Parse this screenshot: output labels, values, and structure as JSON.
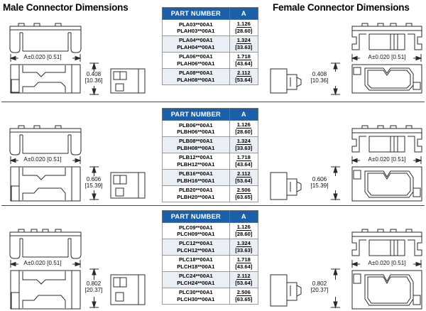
{
  "headings": {
    "male": "Male Connector Dimensions",
    "female": "Female Connector Dimensions"
  },
  "common": {
    "width_label": "A±0.020 [0.51]",
    "column_part_number": "PART NUMBER",
    "column_a": "A"
  },
  "sections": [
    {
      "id": "A",
      "height_in": "0.408",
      "height_mm": "[10.36]",
      "table": {
        "headers": [
          "PART NUMBER",
          "A"
        ],
        "rows": [
          {
            "part_1": "PLA03**00A1",
            "part_2": "PLAH03**00A1",
            "a_in": "1.126",
            "a_mm": "[28.60]"
          },
          {
            "part_1": "PLA04**00A1",
            "part_2": "PLAH04**00A1",
            "a_in": "1.324",
            "a_mm": "[33.63]"
          },
          {
            "part_1": "PLA06**00A1",
            "part_2": "PLAH06**00A1",
            "a_in": "1.718",
            "a_mm": "[43.64]"
          },
          {
            "part_1": "PLA08**00A1",
            "part_2": "PLAH08**00A1",
            "a_in": "2.112",
            "a_mm": "[53.64]"
          }
        ]
      }
    },
    {
      "id": "B",
      "height_in": "0.606",
      "height_mm": "[15.39]",
      "table": {
        "headers": [
          "PART NUMBER",
          "A"
        ],
        "rows": [
          {
            "part_1": "PLB06**00A1",
            "part_2": "PLBH06**00A1",
            "a_in": "1.126",
            "a_mm": "[28.60]"
          },
          {
            "part_1": "PLB08**00A1",
            "part_2": "PLBH08**00A1",
            "a_in": "1.324",
            "a_mm": "[33.63]"
          },
          {
            "part_1": "PLB12**00A1",
            "part_2": "PLBH12**00A1",
            "a_in": "1.718",
            "a_mm": "[43.64]"
          },
          {
            "part_1": "PLB16**00A1",
            "part_2": "PLBH16**00A1",
            "a_in": "2.112",
            "a_mm": "[53.64]"
          },
          {
            "part_1": "PLB20**00A1",
            "part_2": "PLBH20**00A1",
            "a_in": "2.506",
            "a_mm": "[63.65]"
          }
        ]
      }
    },
    {
      "id": "C",
      "height_in": "0.802",
      "height_mm": "[20.37]",
      "table": {
        "headers": [
          "PART NUMBER",
          "A"
        ],
        "rows": [
          {
            "part_1": "PLC09**00A1",
            "part_2": "PLCH09**00A1",
            "a_in": "1.126",
            "a_mm": "[28.60]"
          },
          {
            "part_1": "PLC12**00A1",
            "part_2": "PLCH12**00A1",
            "a_in": "1.324",
            "a_mm": "[33.63]"
          },
          {
            "part_1": "PLC18**00A1",
            "part_2": "PLCH18**00A1",
            "a_in": "1.718",
            "a_mm": "[43.64]"
          },
          {
            "part_1": "PLC24**00A1",
            "part_2": "PLCH24**00A1",
            "a_in": "2.112",
            "a_mm": "[53.64]"
          },
          {
            "part_1": "PLC30**00A1",
            "part_2": "PLCH30**00A1",
            "a_in": "2.506",
            "a_mm": "[63.65]"
          }
        ]
      }
    }
  ],
  "colors": {
    "table_header_blue": "#1b5fa8",
    "table_alt_row": "#eaeff5",
    "line": "#4a4a4a"
  }
}
